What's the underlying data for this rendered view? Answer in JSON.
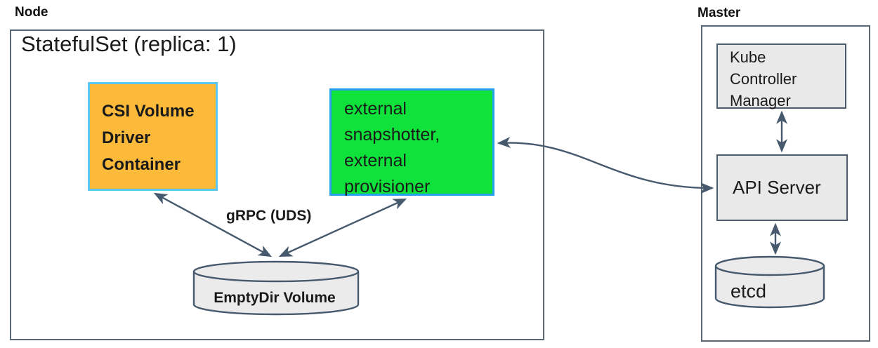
{
  "node": {
    "label": "Node",
    "statefulset_title": "StatefulSet (replica: 1)",
    "csi_driver_label": "CSI Volume\nDriver\nContainer",
    "sidecars_label": "external\nsnapshotter,\nexternal\nprovisioner",
    "grpc_label": "gRPC (UDS)",
    "emptydir_label": "EmptyDir Volume"
  },
  "master": {
    "label": "Master",
    "kube_controller_manager_label": "Kube\nController\nManager",
    "api_server_label": "API Server",
    "etcd_label": "etcd"
  },
  "connections": [
    {
      "from": "CSI Volume Driver Container",
      "to": "EmptyDir Volume",
      "style": "bidirectional",
      "protocol": "gRPC (UDS)"
    },
    {
      "from": "external snapshotter, external provisioner",
      "to": "EmptyDir Volume",
      "style": "bidirectional",
      "protocol": "gRPC (UDS)"
    },
    {
      "from": "external snapshotter, external provisioner",
      "to": "API Server",
      "style": "bidirectional"
    },
    {
      "from": "Kube Controller Manager",
      "to": "API Server",
      "style": "bidirectional"
    },
    {
      "from": "API Server",
      "to": "etcd",
      "style": "bidirectional"
    }
  ],
  "colors": {
    "csi_box_fill": "#fcba3b",
    "csi_box_border": "#5bc8f2",
    "sidecars_box_fill": "#0ee23b",
    "sidecars_box_border": "#259fee",
    "component_box_fill": "#e9e9e9",
    "boundary_border": "#5a6875",
    "arrow": "#475a6d",
    "text": "#1a1a1a"
  }
}
